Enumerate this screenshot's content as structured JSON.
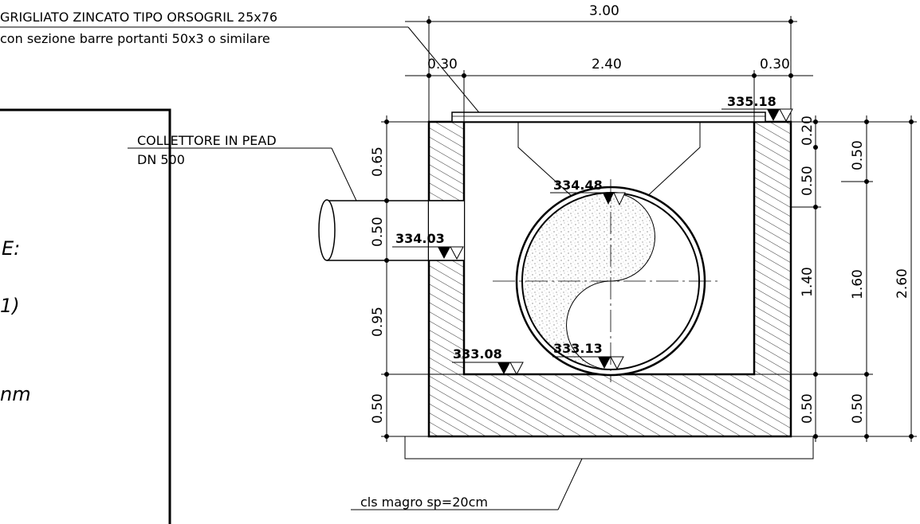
{
  "notes": {
    "grating_line1": "GRIGLIATO ZINCATO TIPO ORSOGRIL 25x76",
    "grating_line2": "con sezione barre portanti 50x3 o similare",
    "collector_line1": "COLLETTORE IN PEAD",
    "collector_line2": "DN 500",
    "lean_concrete": "cls magro sp=20cm"
  },
  "left_panel_fragments": {
    "frag1": "E:",
    "frag2": "1)",
    "frag3": "nm"
  },
  "dimensions": {
    "top_total": "3.00",
    "top_left": "0.30",
    "top_middle": "2.40",
    "top_right": "0.30",
    "left_1": "0.65",
    "left_2": "0.50",
    "left_3": "0.95",
    "left_4": "0.50",
    "right_inner_1": "0.20",
    "right_inner_2": "0.50",
    "right_inner_3": "1.40",
    "right_inner_4": "0.50",
    "right_mid_1": "0.50",
    "right_mid_2": "1.60",
    "right_mid_3": "0.50",
    "right_total": "2.60"
  },
  "elevations": {
    "top": "335.18",
    "pipe_top": "334.48",
    "inlet": "334.03",
    "pipe_bottom": "333.13",
    "floor": "333.08"
  }
}
